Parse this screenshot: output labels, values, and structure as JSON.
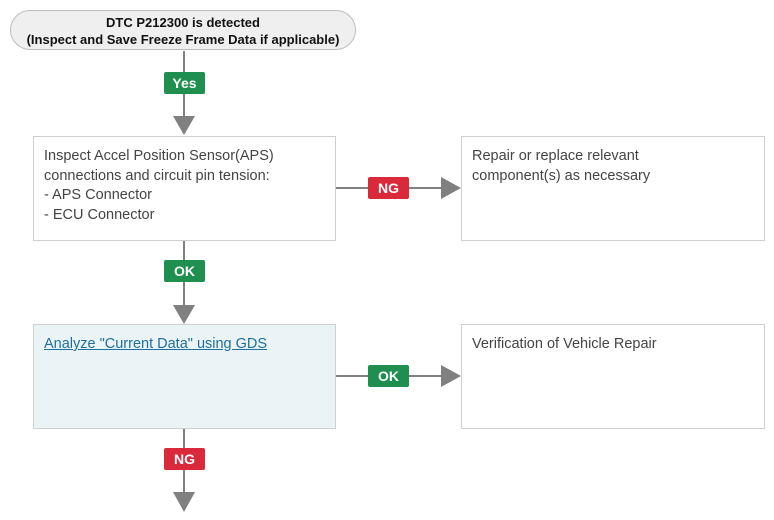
{
  "start": {
    "line1": "DTC P212300 is detected",
    "line2": "(Inspect and Save Freeze Frame Data if applicable)"
  },
  "steps": {
    "inspect": {
      "lines": [
        "Inspect Accel Position Sensor(APS)",
        "connections and circuit pin tension:",
        "- APS Connector",
        "- ECU Connector"
      ]
    },
    "repair": {
      "lines": [
        "Repair or replace relevant",
        "component(s) as necessary"
      ]
    },
    "analyze": {
      "link_text": "Analyze \"Current Data\" using GDS"
    },
    "verify": {
      "text": "Verification of Vehicle Repair"
    }
  },
  "labels": {
    "yes": "Yes",
    "inspect_ok": "OK",
    "inspect_ng": "NG",
    "analyze_ok": "OK",
    "analyze_ng": "NG"
  },
  "colors": {
    "ok": "#1e8f4f",
    "ng": "#d9293a",
    "connector": "#808080",
    "link": "#1f6f9a",
    "highlight_box": "#eaf4f7"
  }
}
